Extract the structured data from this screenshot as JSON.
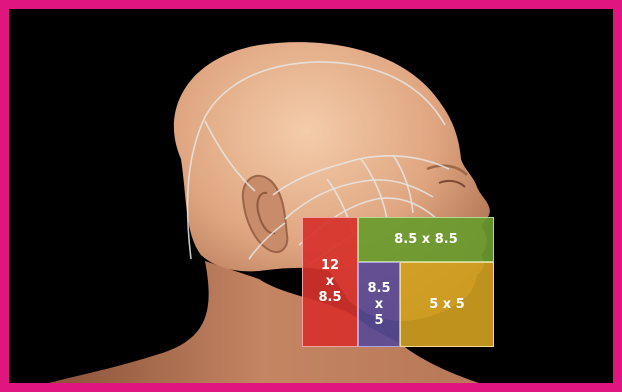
{
  "fov_boxes": {
    "large": {
      "line1": "12",
      "line2": "x",
      "line3": "8.5",
      "color": "#d6322b"
    },
    "wide": {
      "label": "8.5 x 8.5",
      "color": "#6a9b2f"
    },
    "narrow": {
      "line1": "8.5",
      "line2": "x",
      "line3": "5",
      "color": "#5a4b96"
    },
    "small": {
      "label": "5 x 5",
      "color": "#d3a21f"
    }
  },
  "colors": {
    "frame": "#e0157f",
    "background": "#000000",
    "skin": "#d9a27f"
  }
}
